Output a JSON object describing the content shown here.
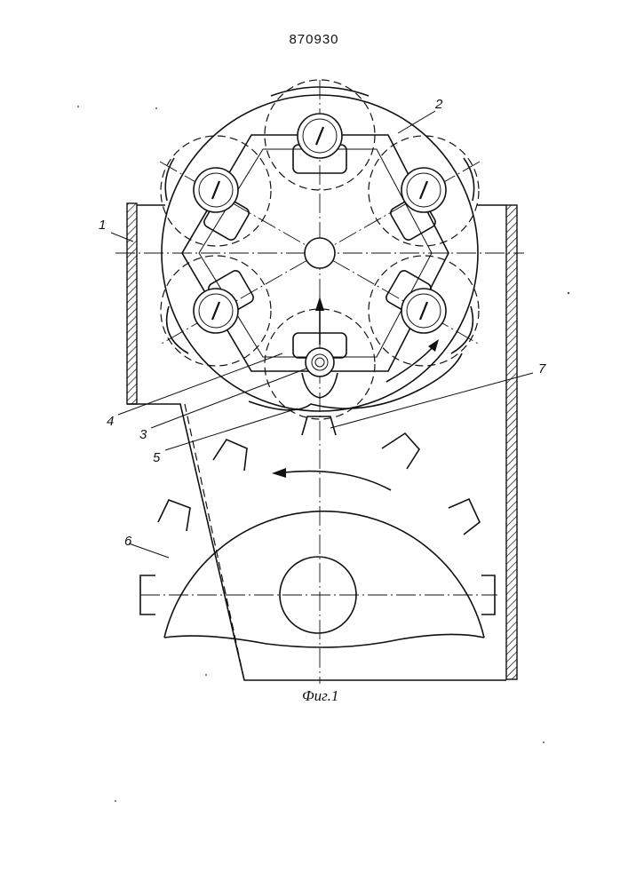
{
  "document": {
    "patent_number": "870930",
    "figure_caption": "Фиг.1"
  },
  "labels": {
    "l1": "1",
    "l2": "2",
    "l3": "3",
    "l4": "4",
    "l5": "5",
    "l6": "6",
    "l7": "7"
  },
  "colors": {
    "ink": "#111111",
    "paper": "#ffffff"
  }
}
